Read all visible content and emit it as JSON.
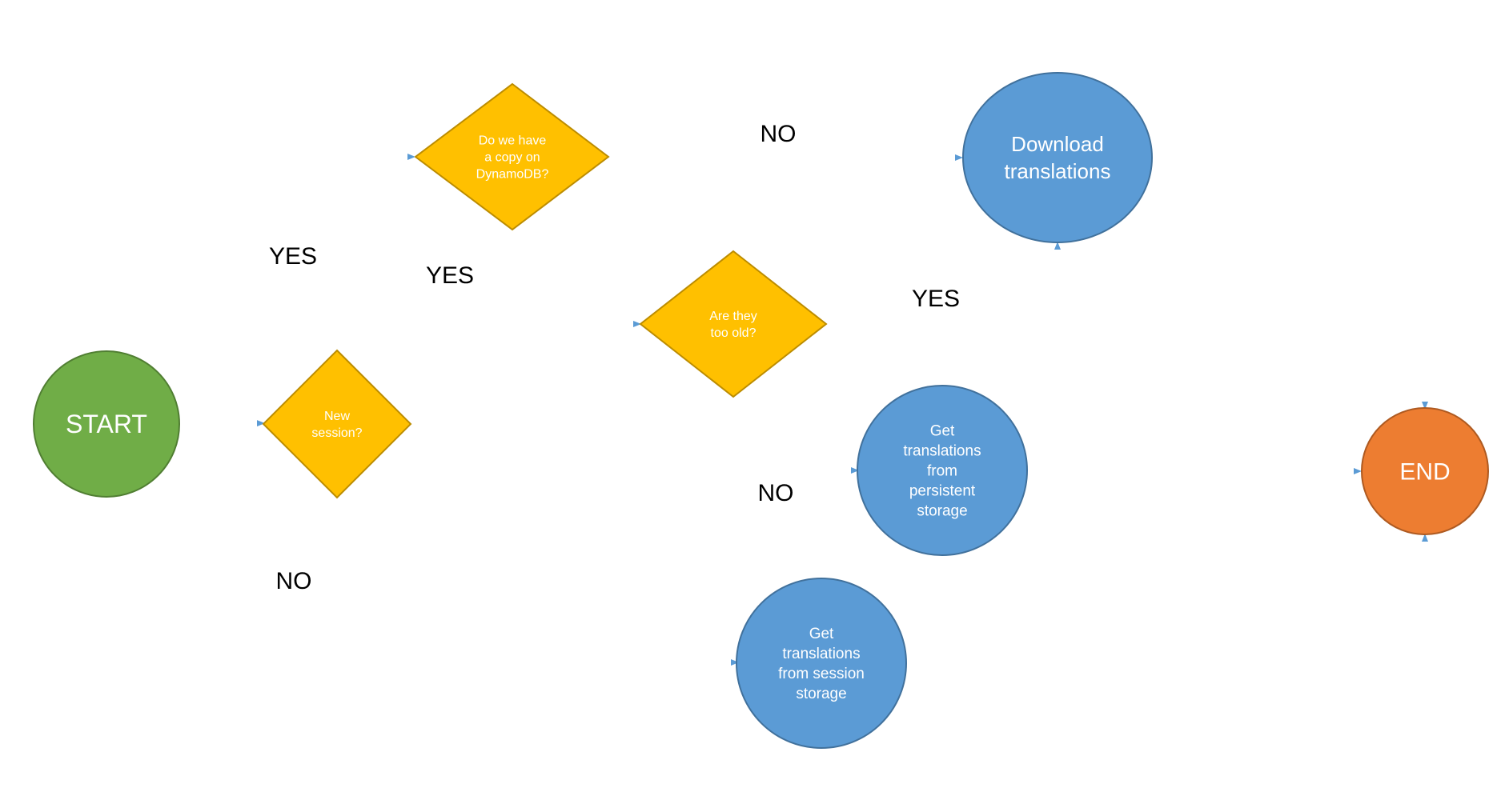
{
  "colors": {
    "start_fill": "#70AD47",
    "start_stroke": "#507E32",
    "decision_fill": "#FFC000",
    "decision_stroke": "#BC8C00",
    "process_fill": "#5B9BD5",
    "process_stroke": "#41719C",
    "end_fill": "#ED7D31",
    "end_stroke": "#AE5A21",
    "edge": "#5B9BD5"
  },
  "nodes": {
    "start": {
      "lines": [
        "START"
      ]
    },
    "new_session": {
      "lines": [
        "New",
        "session?"
      ]
    },
    "dynamodb_copy": {
      "lines": [
        "Do we have",
        "a copy on",
        "DynamoDB?"
      ]
    },
    "too_old": {
      "lines": [
        "Are they",
        "too old?"
      ]
    },
    "download": {
      "lines": [
        "Download",
        "translations"
      ]
    },
    "persistent": {
      "lines": [
        "Get",
        "translations",
        "from",
        "persistent",
        "storage"
      ]
    },
    "session_storage": {
      "lines": [
        "Get",
        "translations",
        "from session",
        "storage"
      ]
    },
    "end": {
      "lines": [
        "END"
      ]
    }
  },
  "edge_labels": {
    "new_session_yes": "YES",
    "new_session_no": "NO",
    "dynamodb_no": "NO",
    "dynamodb_yes": "YES",
    "too_old_yes": "YES",
    "too_old_no": "NO"
  }
}
